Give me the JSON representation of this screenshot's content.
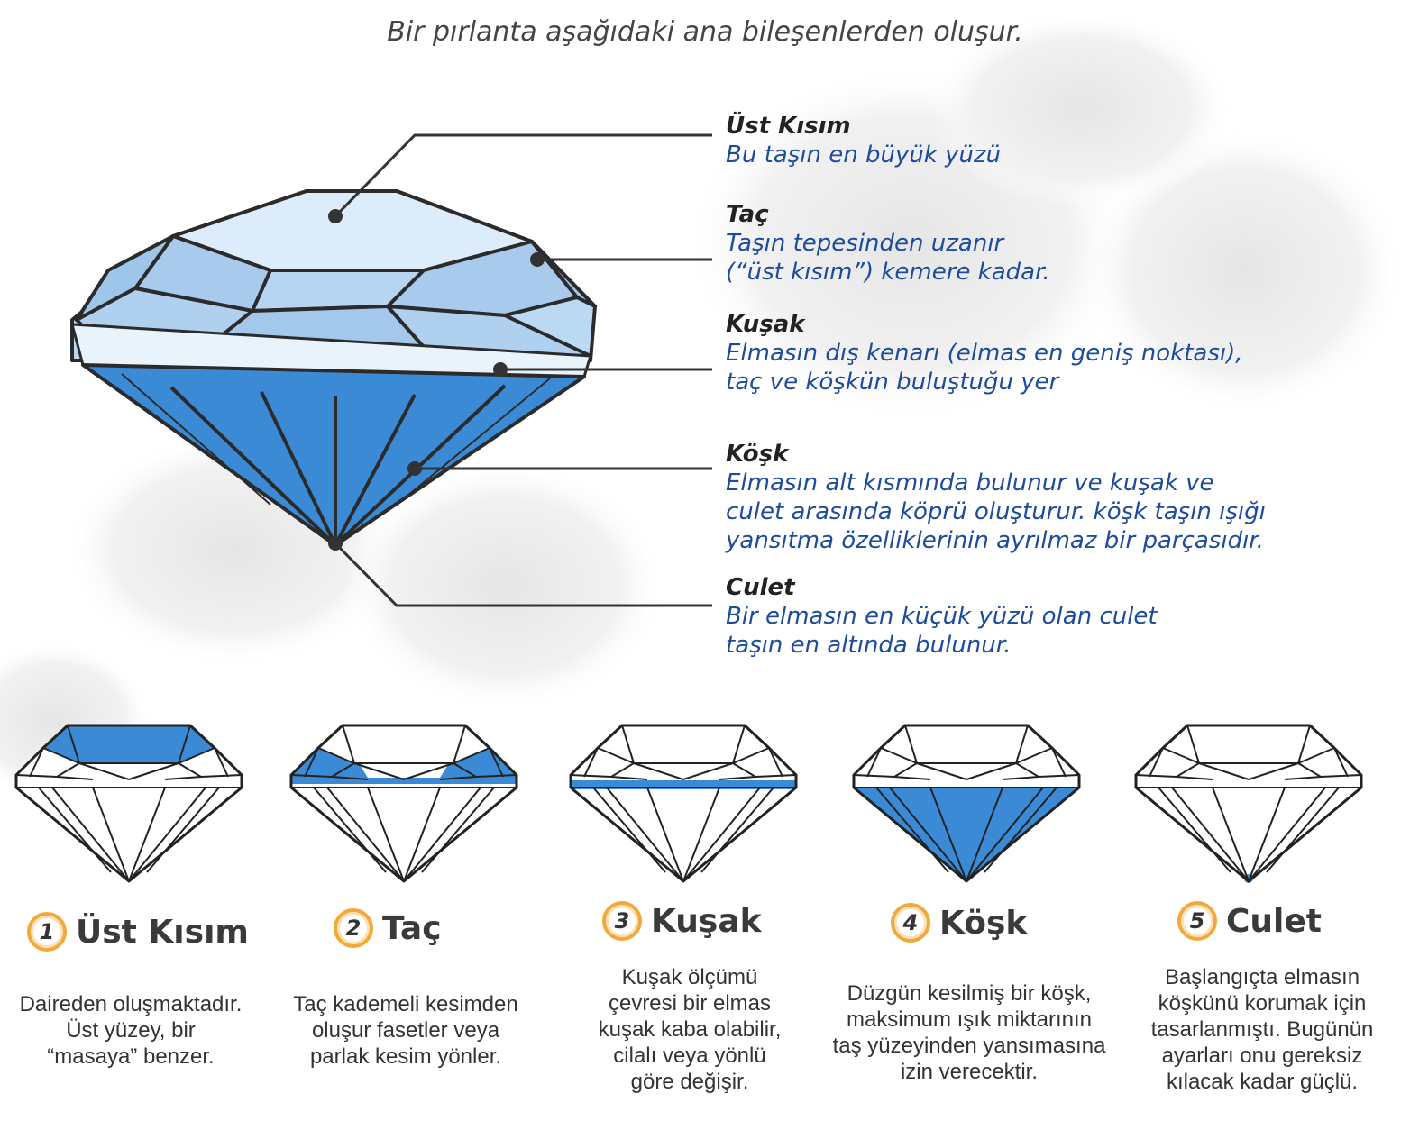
{
  "subtitle": "Bir pırlanta aşağıdaki ana bileşenlerden oluşur.",
  "colors": {
    "accent": "#3a8ad6",
    "light": "#bcd9f3",
    "text_blue": "#1d4c9c",
    "badge": "#f2a93b"
  },
  "callouts": [
    {
      "title": "Üst Kısım",
      "desc": "Bu taşın en büyük yüzü"
    },
    {
      "title": "Taç",
      "desc": "Taşın tepesinden uzanır\n(“üst kısım”) kemere kadar."
    },
    {
      "title": "Kuşak",
      "desc": "Elmasın dış kenarı (elmas en geniş noktası),\ntaç ve köşkün buluştuğu yer"
    },
    {
      "title": "Köşk",
      "desc": "Elmasın alt kısmında bulunur ve kuşak ve\nculet arasında köprü oluşturur. köşk taşın ışığı\nyansıtma özelliklerinin ayrılmaz bir parçasıdır."
    },
    {
      "title": "Culet",
      "desc": "Bir elmasın en küçük yüzü olan culet\ntaşın en altında bulunur."
    }
  ],
  "steps": [
    {
      "number": "1",
      "title": "Üst Kısım",
      "desc": "Daireden oluşmaktadır.\nÜst yüzey, bir\n“masaya” benzer."
    },
    {
      "number": "2",
      "title": "Taç",
      "desc": "Taç kademeli kesimden\noluşur fasetler veya\nparlak kesim yönler."
    },
    {
      "number": "3",
      "title": "Kuşak",
      "desc": "Kuşak ölçümü\nçevresi bir elmas\nkuşak kaba olabilir,\ncilalı veya yönlü\ngöre değişir."
    },
    {
      "number": "4",
      "title": "Köşk",
      "desc": "Düzgün kesilmiş bir köşk,\nmaksimum ışık miktarının\ntaş yüzeyinden yansımasına\nizin verecektir."
    },
    {
      "number": "5",
      "title": "Culet",
      "desc": "Başlangıçta elmasın\nköşkünü korumak için\ntasarlanmıştı. Bugünün\nayarları onu gereksiz\nkılacak kadar güçlü."
    }
  ]
}
